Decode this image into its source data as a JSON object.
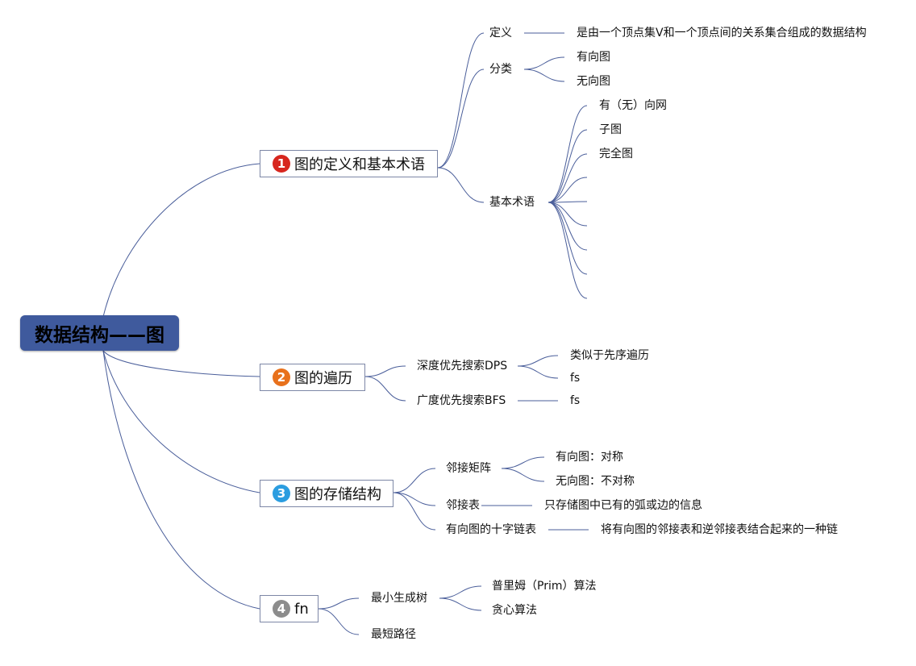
{
  "colors": {
    "line": "#4a5e9a",
    "root_bg": "#3f5a9d",
    "topic_border": "#7d87a6",
    "badge_1": "#d7261e",
    "badge_2": "#e8711c",
    "badge_3": "#2b9de0",
    "badge_4": "#8c8c8c"
  },
  "root": {
    "label": "数据结构——图"
  },
  "topics": [
    {
      "badge": "1",
      "label": "图的定义和基本术语"
    },
    {
      "badge": "2",
      "label": "图的遍历"
    },
    {
      "badge": "3",
      "label": "图的存储结构"
    },
    {
      "badge": "4",
      "label": "fn"
    }
  ],
  "t1": {
    "definition": {
      "label": "定义",
      "detail": "是由一个顶点集V和一个顶点间的关系集合组成的数据结构"
    },
    "classification": {
      "label": "分类",
      "items": [
        "有向图",
        "无向图"
      ]
    },
    "terms": {
      "label": "基本术语",
      "items": [
        "有（无）向网",
        "子图",
        "完全图"
      ]
    }
  },
  "t2": {
    "dfs": {
      "label": "深度优先搜索DPS",
      "items": [
        "类似于先序遍历",
        "fs"
      ]
    },
    "bfs": {
      "label": "广度优先搜索BFS",
      "items": [
        "fs"
      ]
    }
  },
  "t3": {
    "matrix": {
      "label": "邻接矩阵",
      "items": [
        "有向图：对称",
        "无向图：不对称"
      ]
    },
    "list": {
      "label": "邻接表",
      "detail": "只存储图中已有的弧或边的信息"
    },
    "orthogonal": {
      "label": "有向图的十字链表",
      "detail": "将有向图的邻接表和逆邻接表结合起来的一种链"
    }
  },
  "t4": {
    "mst": {
      "label": "最小生成树",
      "items": [
        "普里姆（Prim）算法",
        "贪心算法"
      ]
    },
    "shortest": {
      "label": "最短路径"
    }
  }
}
